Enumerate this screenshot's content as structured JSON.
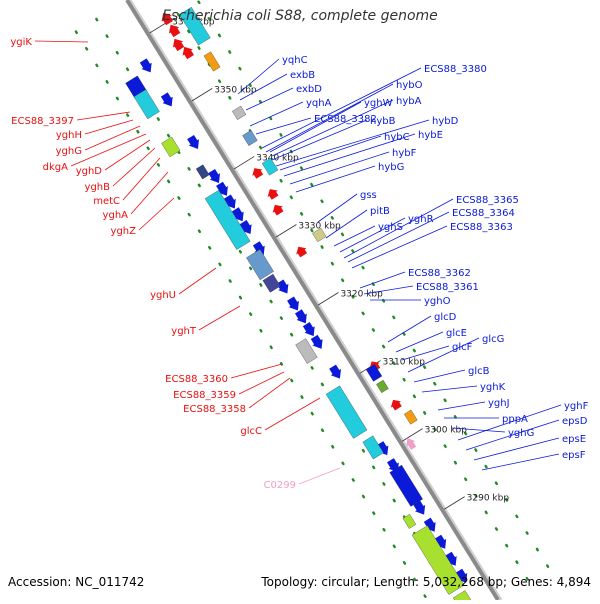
{
  "title": "Escherichia coli S88, complete genome",
  "footer": {
    "accession": "Accession: NC_011742",
    "topology": "Topology: circular; Length: 5,032,268 bp; Genes: 4,894"
  },
  "colors": {
    "backbone": "#8a8a8a",
    "forward_strand": "#e81010",
    "reverse_strand": "#0a1ad8",
    "pseudogene": "#f0a0c8",
    "tick": "#228B22",
    "cyan_feature": "#22ccdd",
    "lime_feature": "#a8e030"
  },
  "ticks": [
    "3360 kbp",
    "3350 kbp",
    "3340 kbp",
    "3330 kbp",
    "3320 kbp",
    "3310 kbp",
    "3300 kbp",
    "3290 kbp"
  ],
  "left_labels": [
    "ygiK",
    "ECS88_3397",
    "yghH",
    "yghG",
    "dkgA",
    "yghD",
    "yghB",
    "metC",
    "yghA",
    "yghZ",
    "yghU",
    "yghT",
    "ECS88_3360",
    "ECS88_3359",
    "ECS88_3358",
    "glcC"
  ],
  "pink_labels": [
    "C0299"
  ],
  "right_labels": [
    "yqhC",
    "exbB",
    "exbD",
    "yqhA",
    "ECS88_3382",
    "ECS88_3380",
    "hybO",
    "hybA",
    "yghW",
    "hybB",
    "hybD",
    "hybC",
    "hybE",
    "hybF",
    "hybG",
    "gss",
    "pitB",
    "yghS",
    "yghR",
    "ECS88_3365",
    "ECS88_3364",
    "ECS88_3363",
    "ECS88_3362",
    "ECS88_3361",
    "yghO",
    "glcD",
    "glcE",
    "glcF",
    "glcG",
    "glcB",
    "yghK",
    "yghJ",
    "pppA",
    "yghG",
    "yghF",
    "epsD",
    "epsE",
    "epsF"
  ]
}
